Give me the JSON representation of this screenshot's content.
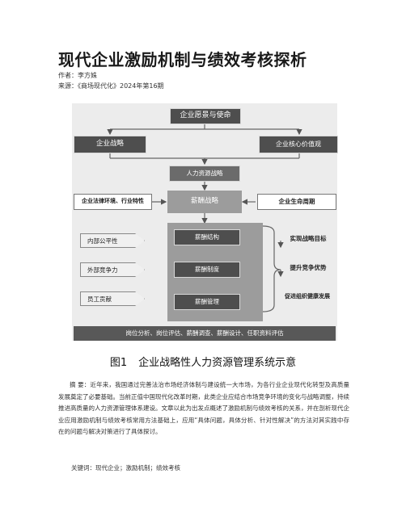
{
  "article": {
    "title": "现代企业激励机制与绩效考核探析",
    "author": "作者：李方姝",
    "source": "来源：《商场现代化》2024年第16期"
  },
  "figure": {
    "top_box": "企业愿景与使命",
    "strategy": "企业战略",
    "core_values": "企业核心价值观",
    "hr_strategy": "人力资源战略",
    "left_input": "企业法律环境、行业特性",
    "compensation_strategy": "薪酬战略",
    "right_input": "企业生命周期",
    "fairness_items": [
      "内部公平性",
      "外部竞争力",
      "员工贡献"
    ],
    "center_items": [
      "薪酬结构",
      "薪酬制度",
      "薪酬管理"
    ],
    "goal_items": [
      "实现战略目标",
      "提升竞争优势",
      "促进组织健康发展"
    ],
    "bottom_bar": "岗位分析、岗位评估、薪酬调查、薪酬设计、任职资料评估",
    "caption_number": "图1",
    "caption_text": "企业战略性人力资源管理系统示意"
  },
  "abstract": {
    "text": "摘 要：近年来，我国通过完善法治市场经济体制与建设统一大市场，为各行业企业现代化转型及高质量发展奠定了必要基础。当前正值中国现代化改革时期，此类企业应结合市场竞争环境的变化与战略调整，持续推进高质量的人力资源管理体系建设。文章以此为出发点概述了激励机制与绩效考核的关系，并在剖析现代企业应用激励机制与绩效考核常用方法基础上，应用“具体问题，具体分析、针对性解决”的方法对其实践中存在的问题与解决对策进行了具体探讨。"
  },
  "keywords": "关键词：现代企业；激励机制；绩效考核"
}
